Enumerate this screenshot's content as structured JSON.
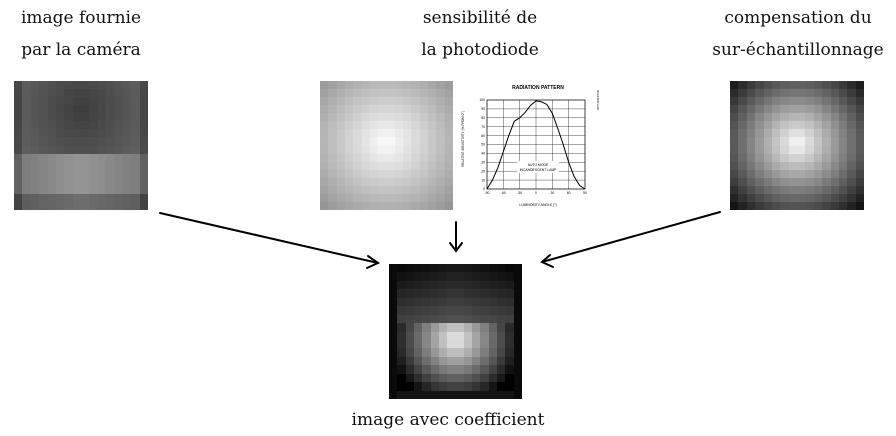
{
  "captions": {
    "camera": [
      "image fournie",
      "par la caméra"
    ],
    "photodiode": [
      "sensibilité de",
      "la photodiode"
    ],
    "compensation": [
      "compensation du",
      "sur-échantillonnage"
    ],
    "result": [
      "image avec coefficient"
    ]
  },
  "chart_data": {
    "type": "line",
    "title": "RADIATION PATTERN",
    "xlabel": "LUMINOSITY ANGLE (°)",
    "ylabel": "RELATIVE SENSITIVITY (% FROM 0°)",
    "xlim": [
      -90,
      90
    ],
    "ylim": [
      0,
      100
    ],
    "xticks": [
      -90,
      -60,
      -30,
      0,
      30,
      60,
      90
    ],
    "yticks": [
      0,
      10,
      20,
      30,
      40,
      50,
      60,
      70,
      80,
      90,
      100
    ],
    "grid": true,
    "annotation": [
      "AUTO MODE",
      "INCANDESCENT LAMP"
    ],
    "side_label": "MAX44009 toc06",
    "x": [
      -90,
      -80,
      -70,
      -60,
      -50,
      -40,
      -30,
      -20,
      -10,
      0,
      10,
      20,
      30,
      40,
      50,
      60,
      70,
      80,
      90
    ],
    "y": [
      0,
      10,
      24,
      42,
      60,
      76,
      80,
      86,
      94,
      99,
      98,
      95,
      85,
      68,
      50,
      30,
      14,
      4,
      0
    ]
  }
}
